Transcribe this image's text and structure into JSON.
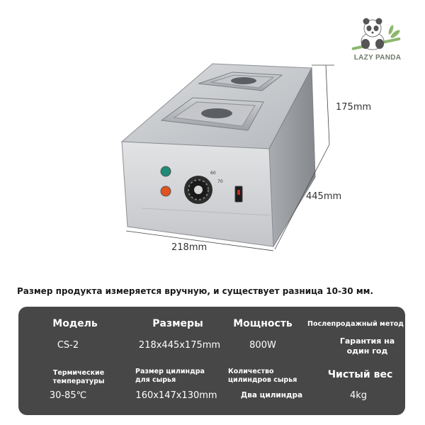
{
  "brand": {
    "name": "LAZY PANDA"
  },
  "dimensions": {
    "height": "175mm",
    "depth": "445mm",
    "width": "218mm"
  },
  "note": "Размер продукта измеряется вручную, и существует разница 10-30 мм.",
  "specs": {
    "row1_headers": [
      "Модель",
      "Размеры",
      "Мощность",
      "Послепродажный метод"
    ],
    "row1_values": [
      "CS-2",
      "218x445x175mm",
      "800W",
      "Гарантия на один год"
    ],
    "row2_headers": [
      "Термические температуры",
      "Размер цилиндра для сырья",
      "Количество цилиндров сырья",
      "Чистый вес"
    ],
    "row2_values": [
      "30-85℃",
      "160x147x130mm",
      "Два цилиндра",
      "4kg"
    ]
  },
  "colors": {
    "table_bg": "#474747",
    "steel": "#c9cbce",
    "steel_dark": "#9ea1a5",
    "indicator_green": "#1f8a76",
    "indicator_orange": "#e0531f"
  },
  "icons": [
    "panda-icon",
    "thermostat-knob-icon",
    "power-switch-icon",
    "indicator-light-icon"
  ]
}
